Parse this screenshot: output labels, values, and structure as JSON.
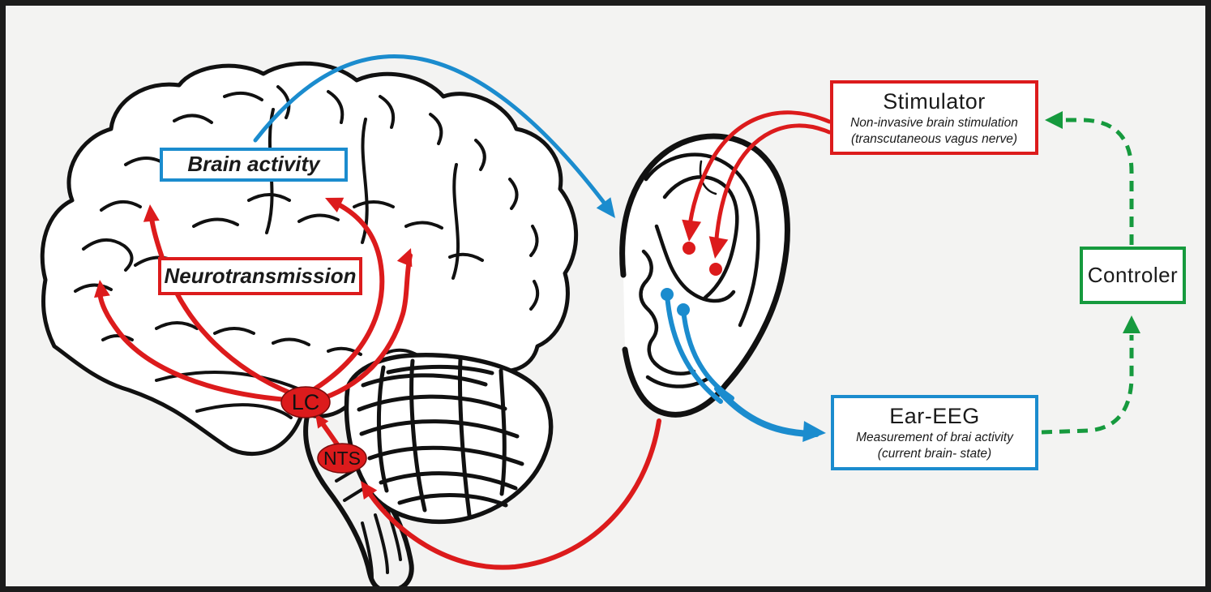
{
  "colors": {
    "red": "#dc1b1c",
    "blue": "#1b8cce",
    "green": "#169a3e",
    "ink": "#1c1c1c",
    "bg": "#f3f3f2"
  },
  "brain": {
    "activity_label": "Brain activity",
    "neurotransmission_label": "Neurotransmission",
    "lc_label": "LC",
    "nts_label": "NTS"
  },
  "stimulator": {
    "title": "Stimulator",
    "subtitle_line1": "Non-invasive brain stimulation",
    "subtitle_line2": "(transcutaneous vagus nerve)"
  },
  "ear_eeg": {
    "title": "Ear-EEG",
    "subtitle_line1": "Measurement of brai activity",
    "subtitle_line2": "(current brain- state)"
  },
  "controller": {
    "title": "Controler"
  }
}
